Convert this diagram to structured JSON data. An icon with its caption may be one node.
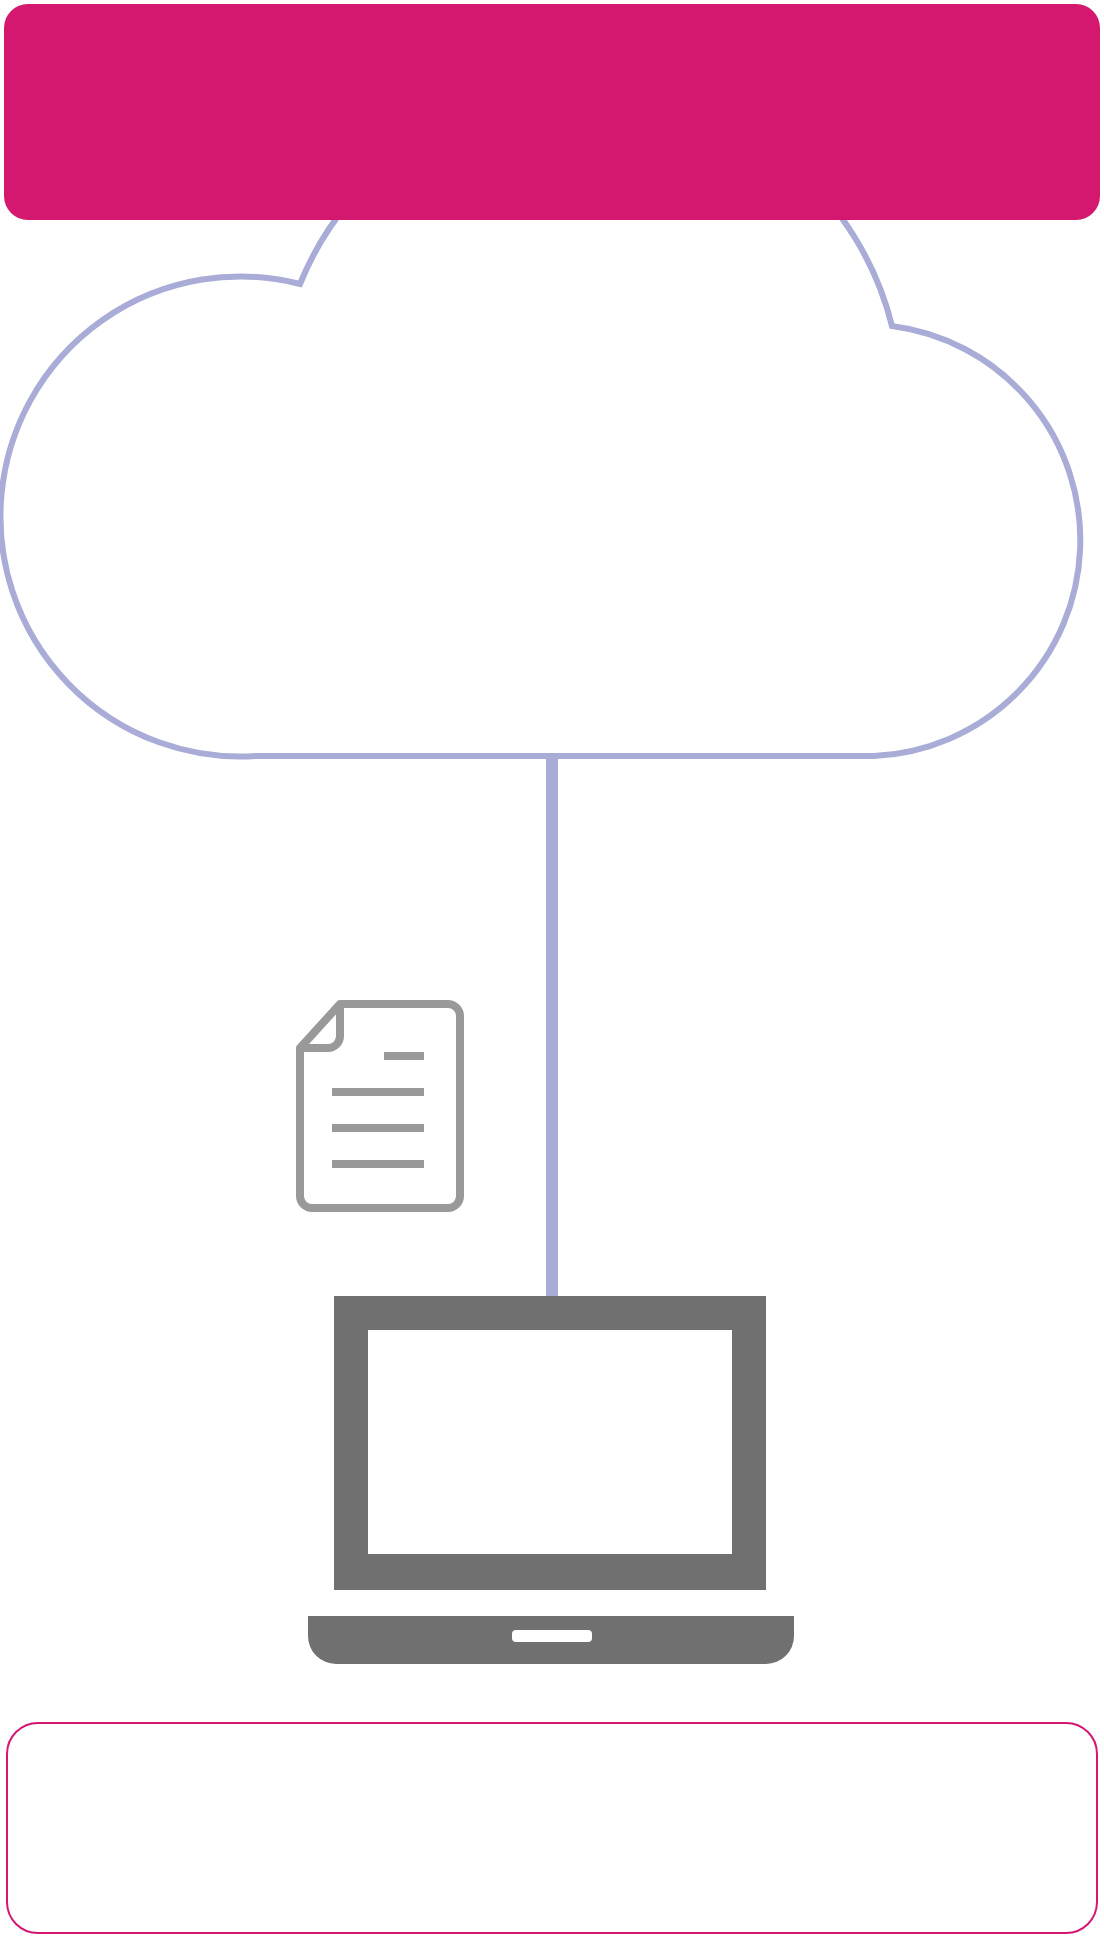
{
  "diagram": {
    "nodes": [
      {
        "text": [],
        "shape": "box"
      },
      {
        "text": [],
        "shape": "cloud"
      },
      {
        "text": [],
        "shape": "laptop"
      },
      {
        "text": [],
        "shape": "box"
      }
    ],
    "edges": [
      {
        "from": 1,
        "to": 2,
        "arrow": "none"
      }
    ]
  }
}
